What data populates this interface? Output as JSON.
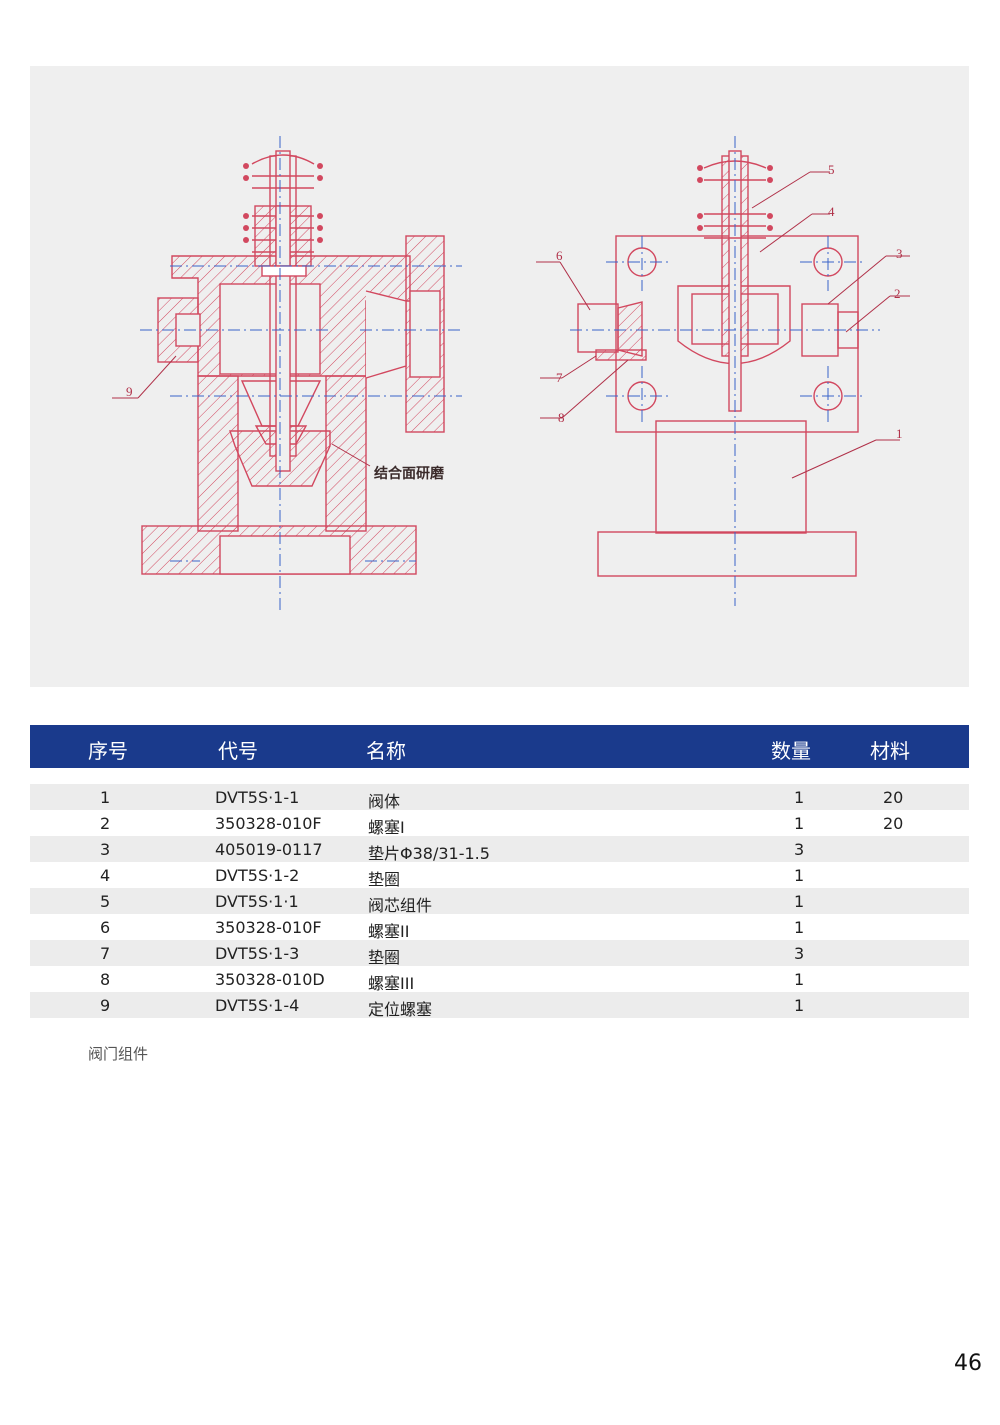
{
  "drawing": {
    "annotation": "结合面研磨",
    "callouts": [
      "1",
      "2",
      "3",
      "4",
      "5",
      "6",
      "7",
      "8",
      "9"
    ]
  },
  "table": {
    "headers": {
      "seq": "序号",
      "code": "代号",
      "name": "名称",
      "qty": "数量",
      "material": "材料"
    },
    "rows": [
      {
        "seq": "1",
        "code": "DVT5S·1-1",
        "name": "阀体",
        "qty": "1",
        "material": "20"
      },
      {
        "seq": "2",
        "code": "350328-010F",
        "name": "螺塞I",
        "qty": "1",
        "material": "20"
      },
      {
        "seq": "3",
        "code": "405019-0117",
        "name": "垫片Φ38/31-1.5",
        "qty": "3",
        "material": ""
      },
      {
        "seq": "4",
        "code": "DVT5S·1-2",
        "name": "垫圈",
        "qty": "1",
        "material": ""
      },
      {
        "seq": "5",
        "code": "DVT5S·1·1",
        "name": "阀芯组件",
        "qty": "1",
        "material": ""
      },
      {
        "seq": "6",
        "code": "350328-010F",
        "name": "螺塞II",
        "qty": "1",
        "material": ""
      },
      {
        "seq": "7",
        "code": "DVT5S·1-3",
        "name": "垫圈",
        "qty": "3",
        "material": ""
      },
      {
        "seq": "8",
        "code": "350328-010D",
        "name": "螺塞III",
        "qty": "1",
        "material": ""
      },
      {
        "seq": "9",
        "code": "DVT5S·1-4",
        "name": "定位螺塞",
        "qty": "1",
        "material": ""
      }
    ]
  },
  "caption": "阀门组件",
  "page_number": "46",
  "colors": {
    "header_bg": "#1a3a8c",
    "drawing_line": "#d2485f",
    "panel_bg": "#efefef",
    "centerline": "#3a63c8"
  }
}
